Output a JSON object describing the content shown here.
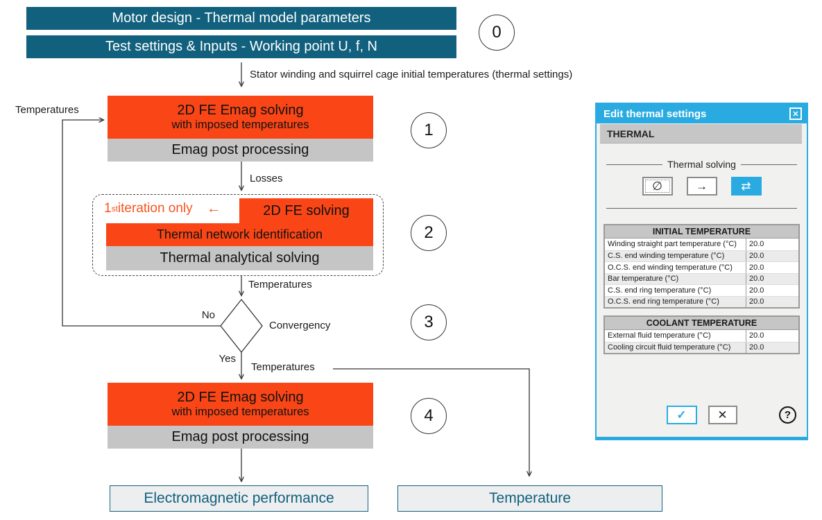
{
  "colors": {
    "teal": "#11607D",
    "orange": "#FA4616",
    "gray": "#C5C5C5",
    "cyan": "#29ABE2"
  },
  "flow": {
    "banner1": "Motor design - Thermal model parameters",
    "banner2": "Test settings & Inputs - Working point U, f, N",
    "badges": {
      "b0": "0",
      "b1": "1",
      "b2": "2",
      "b3": "3",
      "b4": "4"
    },
    "labels": {
      "initial_temps": "Stator winding and squirrel cage initial temperatures (thermal settings)",
      "feedback_temperatures": "Temperatures",
      "losses": "Losses",
      "temperatures_in": "Temperatures",
      "no": "No",
      "convergency": "Convergency",
      "yes": "Yes",
      "temperatures_out": "Temperatures"
    },
    "block1": {
      "title": "2D FE Emag solving",
      "subtitle": "with imposed temperatures",
      "post": "Emag post processing"
    },
    "block2": {
      "note_base": "1",
      "note_sup": "st",
      "note_rest": " iteration only",
      "note_arrow": "←",
      "fe_solving": "2D FE solving",
      "network": "Thermal network identification",
      "analytical": "Thermal analytical solving"
    },
    "block4": {
      "title": "2D FE Emag solving",
      "subtitle": "with imposed temperatures",
      "post": "Emag post processing"
    },
    "outputs": {
      "em_performance": "Electromagnetic performance",
      "temperature": "Temperature"
    }
  },
  "dialog": {
    "title": "Edit thermal settings",
    "close_glyph": "✕",
    "section_header": "THERMAL",
    "solving": {
      "group_label": "Thermal solving",
      "buttons": [
        {
          "name": "no-thermal-solving",
          "glyph": "∅"
        },
        {
          "name": "one-way-solving",
          "glyph": "→"
        },
        {
          "name": "iterative-solving",
          "glyph": "⇄"
        }
      ]
    },
    "tables": [
      {
        "header": "INITIAL TEMPERATURE",
        "rows": [
          {
            "label": "Winding straight part temperature (°C)",
            "value": "20.0"
          },
          {
            "label": "C.S. end winding temperature (°C)",
            "value": "20.0"
          },
          {
            "label": "O.C.S. end winding temperature (°C)",
            "value": "20.0"
          },
          {
            "label": "Bar temperature (°C)",
            "value": "20.0"
          },
          {
            "label": "C.S. end ring temperature (°C)",
            "value": "20.0"
          },
          {
            "label": "O.C.S. end ring temperature (°C)",
            "value": "20.0"
          }
        ]
      },
      {
        "header": "COOLANT TEMPERATURE",
        "rows": [
          {
            "label": "External fluid temperature (°C)",
            "value": "20.0"
          },
          {
            "label": "Cooling circuit fluid temperature (°C)",
            "value": "20.0"
          }
        ]
      }
    ],
    "footer": {
      "ok_glyph": "✓",
      "cancel_glyph": "✕",
      "help_glyph": "?"
    }
  }
}
